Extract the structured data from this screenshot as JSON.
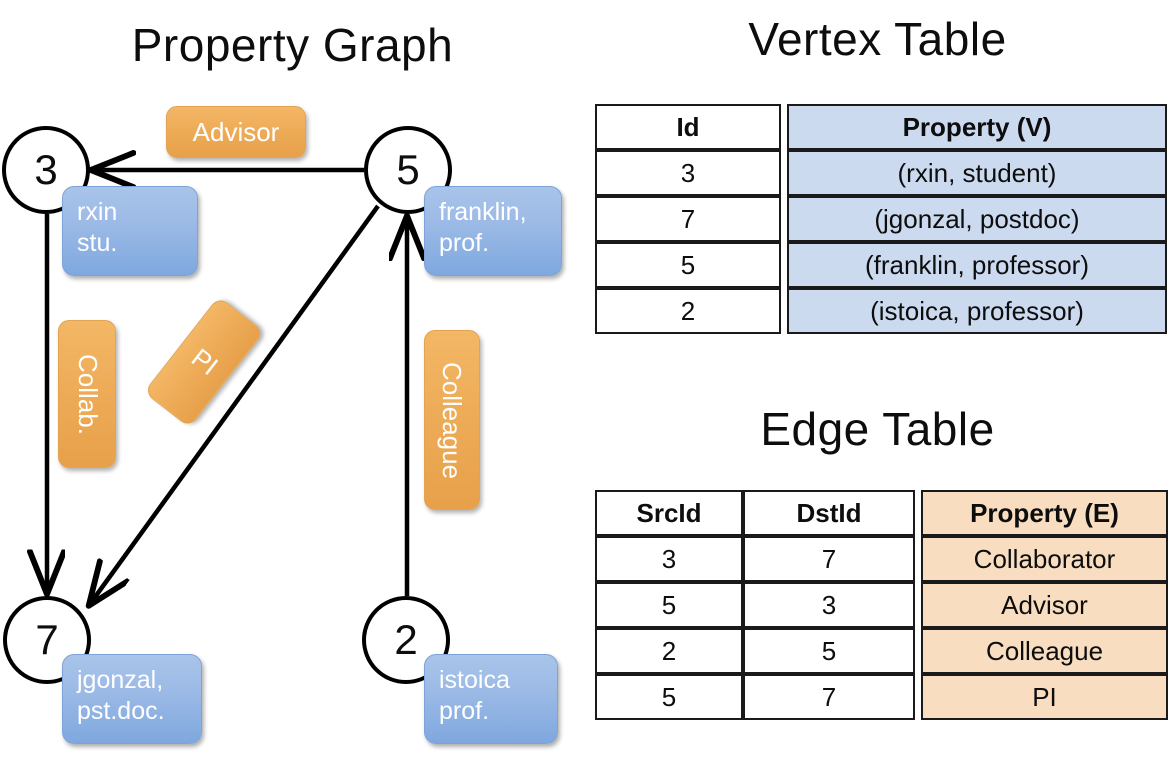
{
  "titles": {
    "property_graph": "Property Graph",
    "vertex_table": "Vertex Table",
    "edge_table": "Edge Table"
  },
  "graph": {
    "vertices": [
      {
        "id": "3",
        "property": "rxin\nstu."
      },
      {
        "id": "5",
        "property": "franklin,\nprof."
      },
      {
        "id": "7",
        "property": "jgonzal,\npst.doc."
      },
      {
        "id": "2",
        "property": "istoica\nprof."
      }
    ],
    "vertex_labels": {
      "v3": "3",
      "v5": "5",
      "v7": "7",
      "v2": "2"
    },
    "property_boxes": {
      "rxin_line1": "rxin",
      "rxin_line2": "stu.",
      "franklin_line1": "franklin,",
      "franklin_line2": "prof.",
      "jgonzal_line1": "jgonzal,",
      "jgonzal_line2": "pst.doc.",
      "istoica_line1": "istoica",
      "istoica_line2": "prof."
    },
    "edge_labels": {
      "advisor": "Advisor",
      "collab": "Collab.",
      "pi": "PI",
      "colleague": "Colleague"
    },
    "edges": [
      {
        "from": "5",
        "to": "3",
        "label": "Advisor"
      },
      {
        "from": "3",
        "to": "7",
        "label": "Collab."
      },
      {
        "from": "5",
        "to": "7",
        "label": "PI"
      },
      {
        "from": "2",
        "to": "5",
        "label": "Colleague"
      }
    ]
  },
  "vertex_table": {
    "headers": [
      "Id",
      "Property (V)"
    ],
    "rows": [
      {
        "id": "3",
        "property": "(rxin, student)"
      },
      {
        "id": "7",
        "property": "(jgonzal, postdoc)"
      },
      {
        "id": "5",
        "property": "(franklin, professor)"
      },
      {
        "id": "2",
        "property": "(istoica, professor)"
      }
    ]
  },
  "edge_table": {
    "headers": [
      "SrcId",
      "DstId",
      "Property (E)"
    ],
    "rows": [
      {
        "src": "3",
        "dst": "7",
        "property": "Collaborator"
      },
      {
        "src": "5",
        "dst": "3",
        "property": "Advisor"
      },
      {
        "src": "2",
        "dst": "5",
        "property": "Colleague"
      },
      {
        "src": "5",
        "dst": "7",
        "property": "PI"
      }
    ]
  },
  "colors": {
    "vertex_property_blue": "#9dbbe6",
    "edge_label_orange": "#eeac58",
    "vertex_table_cell": "#ccdaf0",
    "edge_table_cell": "#f8ddc0",
    "stroke": "#000000"
  }
}
